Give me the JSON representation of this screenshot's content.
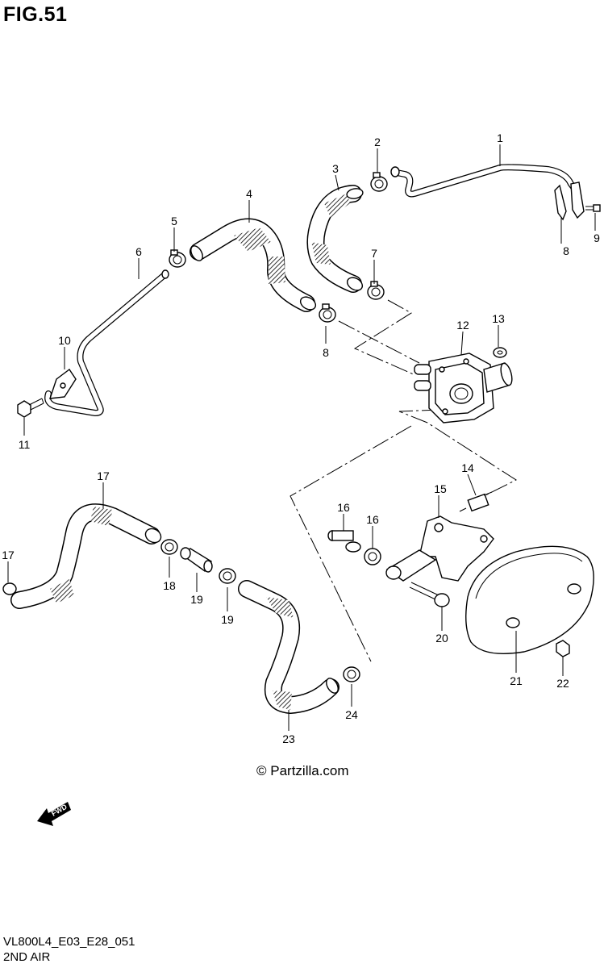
{
  "figure": {
    "title": "FIG.51",
    "code": "VL800L4_E03_E28_051",
    "caption": "2ND AIR",
    "copyright": "© Partzilla.com",
    "fwd_label": "FWD"
  },
  "callouts": [
    "1",
    "2",
    "3",
    "4",
    "5",
    "6",
    "7",
    "8",
    "8",
    "9",
    "10",
    "11",
    "12",
    "13",
    "14",
    "15",
    "16",
    "16",
    "17",
    "17",
    "18",
    "19",
    "19",
    "20",
    "21",
    "22",
    "23",
    "24"
  ]
}
